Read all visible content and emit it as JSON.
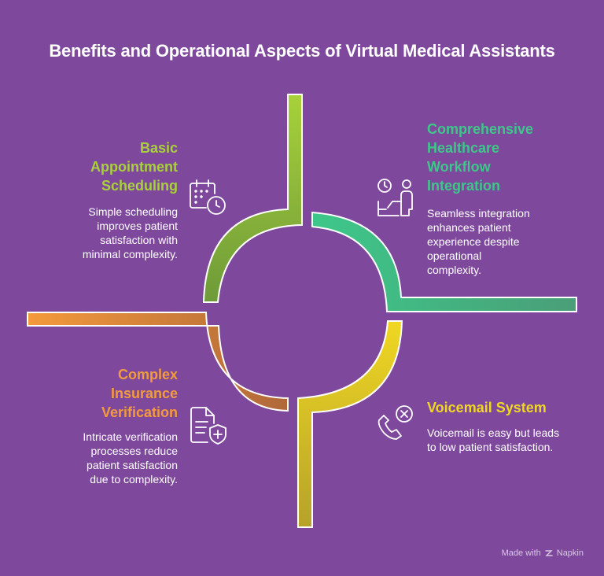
{
  "title": "Benefits and Operational Aspects of Virtual Medical Assistants",
  "colors": {
    "background": "#7E489D",
    "green": "#A8D13A",
    "teal": "#3DC88A",
    "yellow": "#F0D722",
    "orange": "#F39A3C"
  },
  "quadrants": [
    {
      "id": "top-left",
      "heading_lines": [
        "Basic",
        "Appointment",
        "Scheduling"
      ],
      "description_lines": [
        "Simple scheduling",
        "improves patient",
        "satisfaction with",
        "minimal complexity."
      ],
      "icon": "calendar-clock-icon"
    },
    {
      "id": "top-right",
      "heading_lines": [
        "Comprehensive",
        "Healthcare",
        "Workflow",
        "Integration"
      ],
      "description_lines": [
        "Seamless integration",
        "enhances patient",
        "experience despite",
        "operational",
        "complexity."
      ],
      "icon": "clock-person-icon"
    },
    {
      "id": "bottom-left",
      "heading_lines": [
        "Complex",
        "Insurance",
        "Verification"
      ],
      "description_lines": [
        "Intricate verification",
        "processes reduce",
        "patient satisfaction",
        "due to complexity."
      ],
      "icon": "document-shield-icon"
    },
    {
      "id": "bottom-right",
      "heading_lines": [
        "Voicemail System"
      ],
      "description_lines": [
        "Voicemail is easy but leads",
        "to low patient satisfaction."
      ],
      "icon": "phone-cancel-icon"
    }
  ],
  "watermark": {
    "prefix": "Made with",
    "brand": "Napkin"
  }
}
